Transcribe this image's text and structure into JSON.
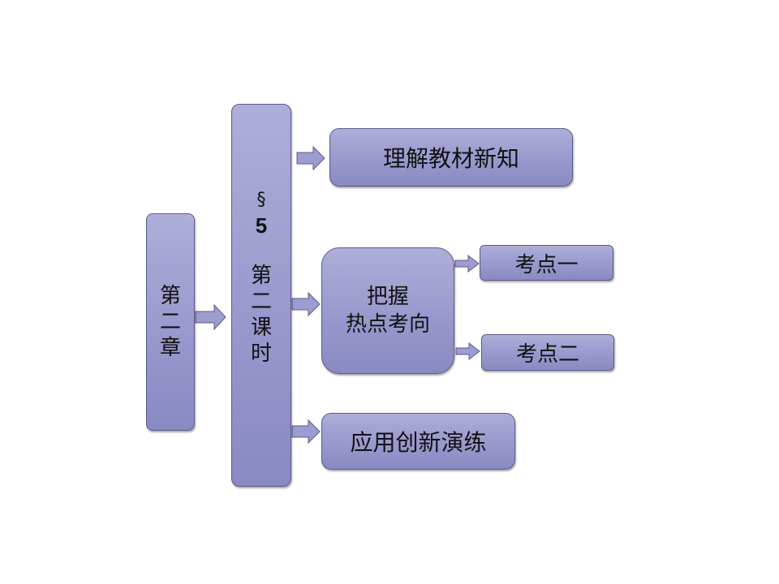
{
  "chapter": {
    "chars": [
      "第",
      "二",
      "章"
    ]
  },
  "section": {
    "symbol": "§",
    "number": "5",
    "chars": [
      "第",
      "二",
      "课",
      "时"
    ]
  },
  "branches": {
    "understand": "理解教材新知",
    "grasp": {
      "line1": "把握",
      "line2": "热点考向"
    },
    "point1": "考点一",
    "point2": "考点二",
    "apply": "应用创新演练"
  },
  "colors": {
    "box_fill": "#9c9cd0",
    "box_border": "#5a5a8e",
    "text": "#111111"
  }
}
